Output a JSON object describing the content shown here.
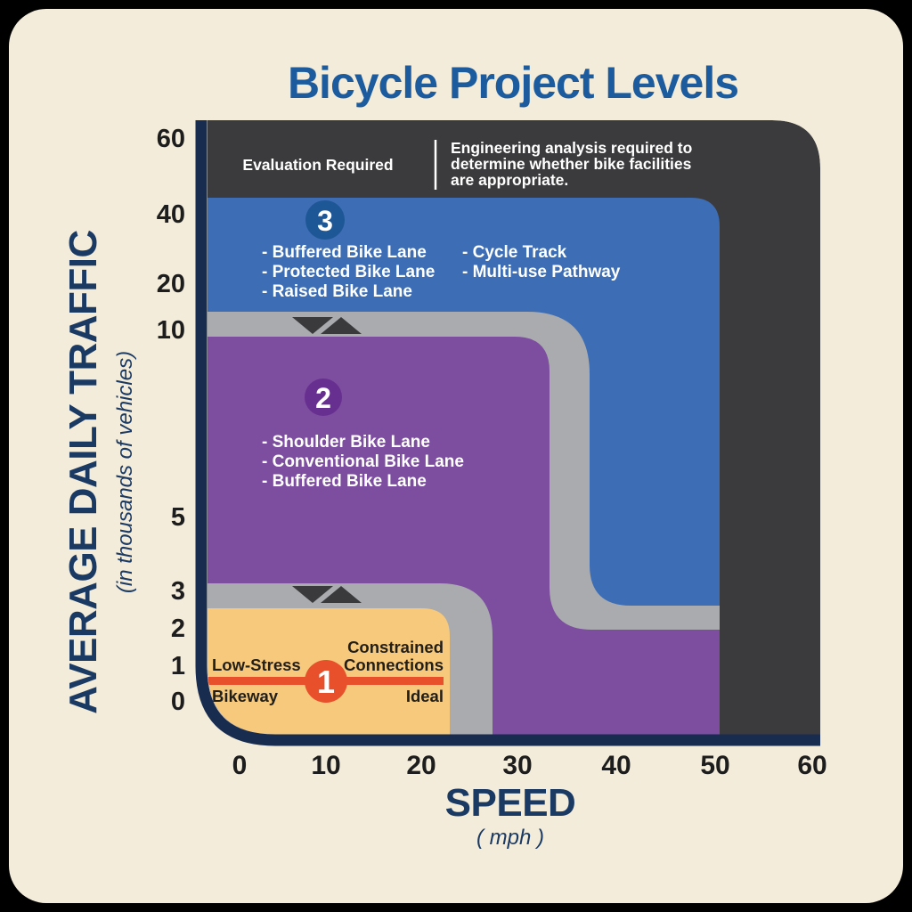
{
  "title": "Bicycle Project Levels",
  "y_axis": {
    "title": "AVERAGE DAILY TRAFFIC",
    "subtitle": "(in thousands of vehicles)",
    "ticks": [
      "60",
      "40",
      "20",
      "10",
      "5",
      "3",
      "2",
      "1",
      "0"
    ]
  },
  "x_axis": {
    "title": "SPEED",
    "subtitle": "( mph )",
    "ticks": [
      "0",
      "10",
      "20",
      "30",
      "40",
      "50",
      "60"
    ]
  },
  "evaluation": {
    "label": "Evaluation Required",
    "note_lines": [
      "Engineering analysis required to",
      "determine whether bike facilities",
      "are appropriate."
    ]
  },
  "level3": {
    "badge": "3",
    "items_col1": [
      "- Buffered Bike Lane",
      "- Protected Bike Lane",
      "- Raised Bike Lane"
    ],
    "items_col2": [
      "- Cycle Track",
      "- Multi-use Pathway"
    ]
  },
  "level2": {
    "badge": "2",
    "items": [
      "- Shoulder Bike Lane",
      "- Conventional Bike Lane",
      "- Buffered Bike Lane"
    ]
  },
  "level1": {
    "badge": "1",
    "left_line1": "Low-Stress",
    "left_line2": "Bikeway",
    "right_line1": "Constrained",
    "right_line2": "Connections",
    "right_bottom": "Ideal"
  },
  "colors": {
    "canvas_background": "#000000",
    "card_background": "#f3ecda",
    "title": "#1c5c9e",
    "axis_bar": "#182c4f",
    "axis_label": "#1b3a63",
    "tick_label": "#1d1d1d",
    "evaluation_region": "#3b3b3d",
    "level3_region": "#3d6db4",
    "level3_badge": "#1d5796",
    "level2_region": "#7d4da0",
    "level2_badge": "#672f8f",
    "level1_region": "#f6c97d",
    "level1_accent": "#e8502b",
    "transition_band": "#a9abae",
    "region_text": "#ffffff",
    "level1_text": "#221e18"
  },
  "chart_data": {
    "type": "area",
    "title": "Bicycle Project Levels",
    "xlabel": "SPEED ( mph )",
    "ylabel": "AVERAGE DAILY TRAFFIC (in thousands of vehicles)",
    "x_ticks_mph": [
      0,
      10,
      20,
      30,
      40,
      50,
      60
    ],
    "y_ticks_thousands": [
      0,
      1,
      2,
      3,
      5,
      10,
      20,
      40,
      60
    ],
    "y_scale": "stylized non-linear",
    "grid": false,
    "legend": false,
    "regions": [
      {
        "level": 1,
        "name": "Low-Stress Bikeway",
        "color": "#f6c97d",
        "bounds": {
          "speed_mph": [
            0,
            22
          ],
          "adt_thousands": [
            0,
            2.5
          ]
        },
        "sub_zones": [
          {
            "label": "Ideal",
            "adt_thousands": [
              0,
              0.75
            ]
          },
          {
            "label": "Constrained Connections",
            "adt_thousands": [
              0.75,
              2.5
            ]
          }
        ]
      },
      {
        "level": 2,
        "name": "Level 2 bike facilities",
        "color": "#7d4da0",
        "facilities": [
          "Shoulder Bike Lane",
          "Conventional Bike Lane",
          "Buffered Bike Lane"
        ],
        "boundary_steps": [
          {
            "speed_mph": [
              0,
              35
            ],
            "max_adt_thousands": 10
          },
          {
            "speed_mph": [
              35,
              50
            ],
            "max_adt_thousands": 2
          }
        ]
      },
      {
        "level": 3,
        "name": "Level 3 bike facilities",
        "color": "#3d6db4",
        "facilities": [
          "Buffered Bike Lane",
          "Protected Bike Lane",
          "Raised Bike Lane",
          "Cycle Track",
          "Multi-use Pathway"
        ],
        "boundary_steps": [
          {
            "speed_mph": [
              0,
              50
            ],
            "max_adt_thousands": 44
          }
        ]
      },
      {
        "level": "evaluation",
        "name": "Evaluation Required",
        "color": "#3b3b3d",
        "note": "Engineering analysis required to determine whether bike facilities are appropriate.",
        "bounds": "speed above ~50 mph or ADT above ~44,000 (estimated from figure)"
      }
    ],
    "transition_bands": [
      {
        "between_levels": [
          2,
          3
        ],
        "color": "#a9abae",
        "marker": "up-down arrows",
        "adt_thousands": "~10-12"
      },
      {
        "between_levels": [
          1,
          2
        ],
        "color": "#a9abae",
        "marker": "up-down arrows",
        "adt_thousands": "~2.5-3"
      }
    ]
  }
}
